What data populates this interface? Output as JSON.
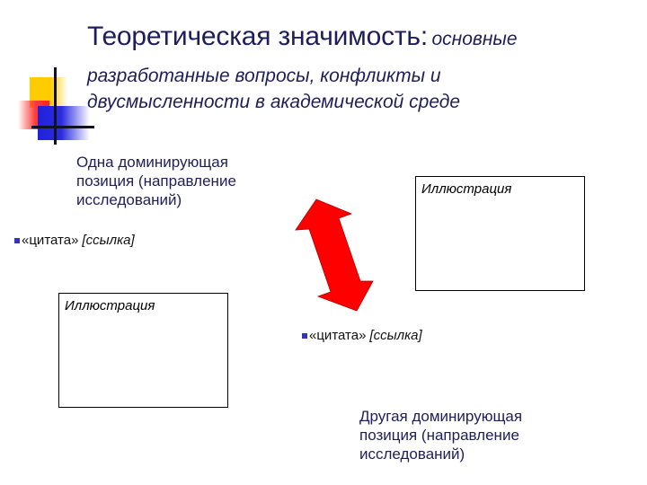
{
  "slide": {
    "title": {
      "main": "Теоретическая значимость:",
      "italic_tail": "основные",
      "subtitle_line1": "разработанные вопросы, конфликты и",
      "subtitle_line2": "двусмысленности в академической среде"
    },
    "position_one": {
      "line1": "Одна доминирующая",
      "line2": "позиция (направление",
      "line3": "исследований)"
    },
    "position_two": {
      "line1": "Другая доминирующая",
      "line2": "позиция (направление",
      "line3": "исследований)"
    },
    "quote_one": {
      "quote": "«цитата»",
      "reference": "[ссылка]"
    },
    "quote_two": {
      "quote": "«цитата»",
      "reference": "[ссылка]"
    },
    "illustration_one": {
      "label": "Иллюстрация"
    },
    "illustration_two": {
      "label": "Иллюстрация"
    },
    "arrow": {
      "icon": "double-headed-arrow-icon",
      "color": "#ff0000"
    },
    "colors": {
      "title_text": "#1e1e5a",
      "bullet": "#3333bb",
      "logo_yellow": "#ffcc00",
      "logo_red": "#ff3b3b",
      "logo_blue": "#2a2ae0"
    }
  }
}
